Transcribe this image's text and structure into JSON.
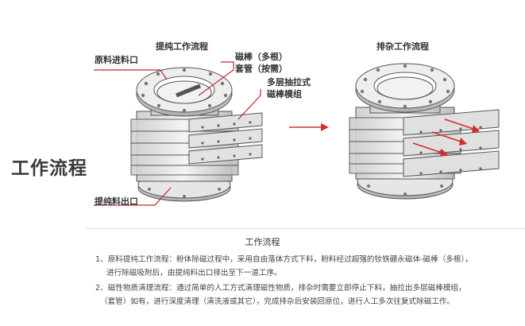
{
  "side_heading": "工作流程",
  "left_caption": "提纯工作流程",
  "right_caption": "排杂工作流程",
  "labels": {
    "raw_inlet": "原料进料口",
    "magnet_rod_line1": "磁棒（多根）",
    "magnet_rod_line2": "套管（按需）",
    "drawer_line1": "多层抽拉式",
    "drawer_line2": "磁棒模组",
    "purified_outlet": "提纯料出口"
  },
  "colors": {
    "callout_red": "#c0282d",
    "accent_red": "#d82c2c"
  },
  "description": {
    "title": "工作流程",
    "item1_line1": "1、原料提纯工作流程：粉体除磁过程中，采用自由落体方式下料，粉料经过超强的钕铁硼永磁体-磁棒（多根），",
    "item1_line2": "进行除磁吸附后，由提纯料出口排出至下一道工序。",
    "item2_line1": "2、磁性物质清理流程：通过简单的人工方式清理磁性物质，排杂时需要立即停止下料，抽拉出多层磁棒模组，",
    "item2_line2": "（套管）如有，进行深度清理（清洗液或其它），完成排杂后安装回原位，进行人工多次往复式除磁工作。"
  }
}
